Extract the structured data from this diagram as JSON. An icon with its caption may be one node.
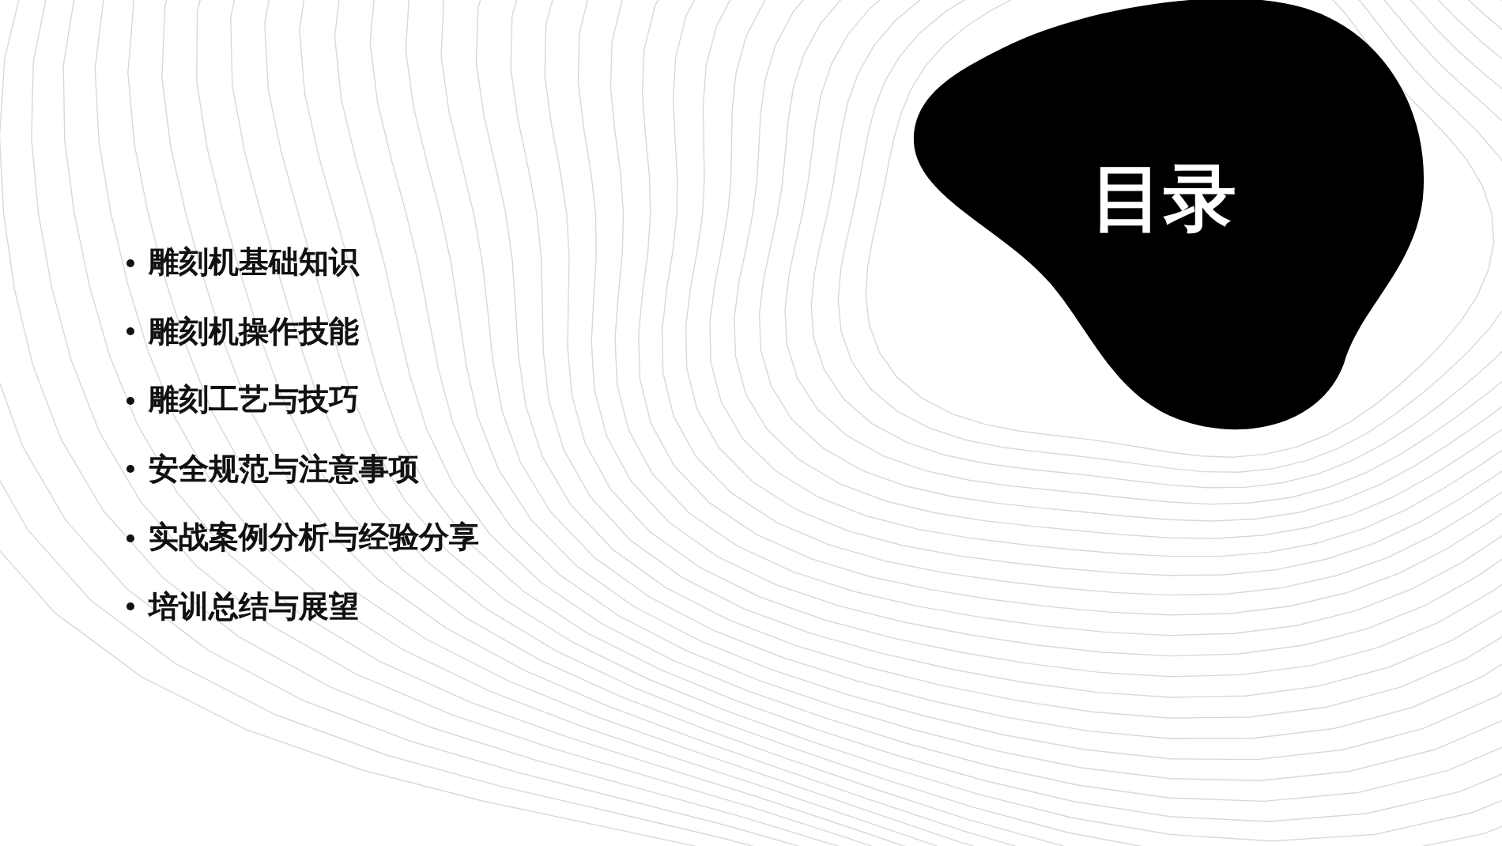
{
  "diagram": {
    "nodes": [
      {
        "text": [
          "目录"
        ]
      }
    ],
    "labels": [
      "雕刻机基础知识",
      "雕刻机操作技能",
      "雕刻工艺与技巧",
      "安全规范与注意事项",
      "实战案例分析与经验分享",
      "培训总结与展望"
    ]
  }
}
